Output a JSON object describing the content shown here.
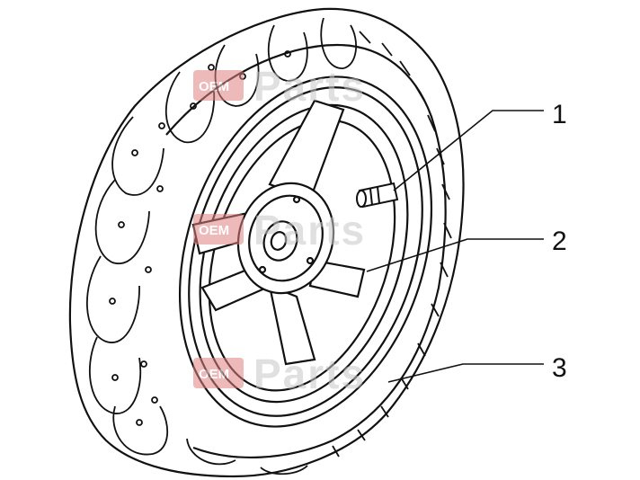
{
  "diagram": {
    "callouts": [
      {
        "number": "1"
      },
      {
        "number": "2"
      },
      {
        "number": "3"
      }
    ],
    "watermark": {
      "text": "OEM Parts",
      "brand_color": "#e08080",
      "text_color": "#c8c8c8"
    },
    "line_color": "#111111"
  }
}
